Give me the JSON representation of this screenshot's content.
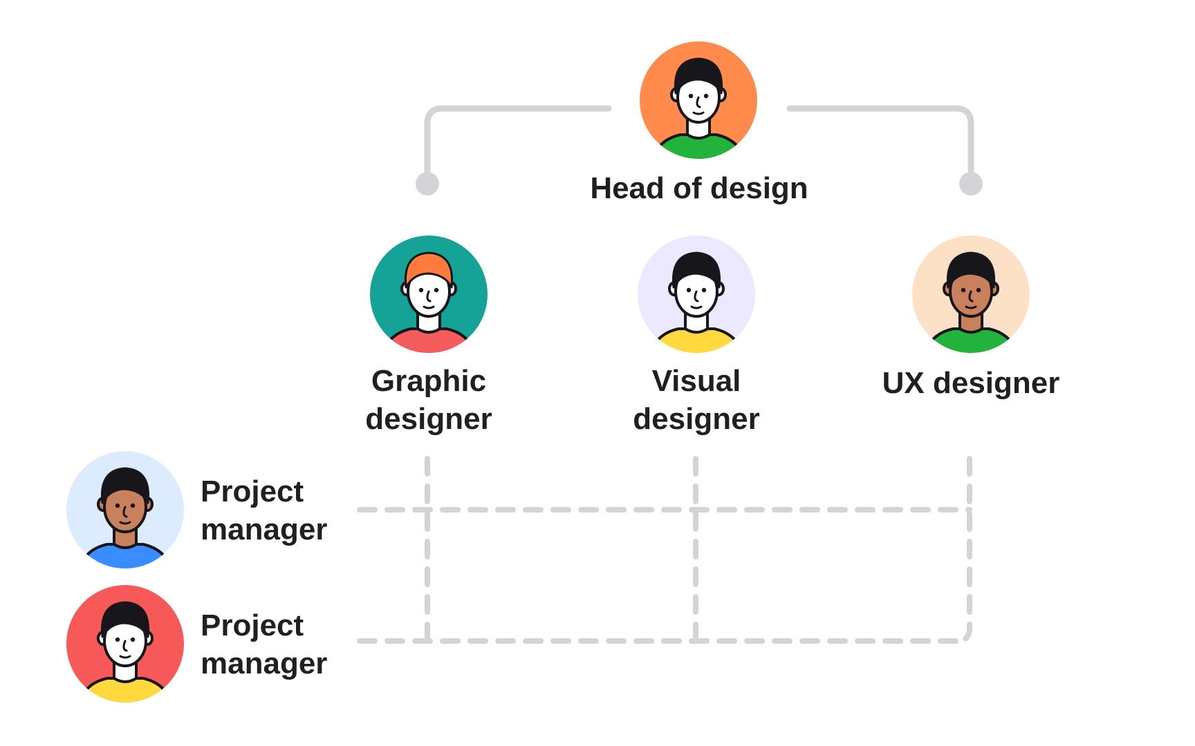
{
  "org": {
    "head": {
      "role": "Head of design",
      "avatar": "avatar-orange",
      "bg": "#FF8A4C",
      "shirt": "#22B33D",
      "skin": "#FFFFFF",
      "hair": "#17171B"
    },
    "team": [
      {
        "id": "graphic",
        "line1": "Graphic",
        "line2": "designer",
        "avatar": "avatar-teal",
        "bg": "#14A396",
        "shirt": "#F65C5C",
        "skin": "#FFFFFF",
        "hair": "#FF7A3D"
      },
      {
        "id": "visual",
        "line1": "Visual",
        "line2": "designer",
        "avatar": "avatar-lavender",
        "bg": "#ECE8FF",
        "shirt": "#FFD93D",
        "skin": "#FFFFFF",
        "hair": "#17171B"
      },
      {
        "id": "ux",
        "line1": "UX designer",
        "line2": "",
        "avatar": "avatar-peach",
        "bg": "#FDE1C6",
        "shirt": "#22B33D",
        "skin": "#C9805C",
        "hair": "#17171B"
      }
    ],
    "managers": [
      {
        "id": "pm1",
        "line1": "Project",
        "line2": "manager",
        "avatar": "avatar-lightblue",
        "bg": "#DDEBFF",
        "shirt": "#3A8DFF",
        "skin": "#C9805C",
        "hair": "#17171B"
      },
      {
        "id": "pm2",
        "line1": "Project",
        "line2": "manager",
        "avatar": "avatar-red",
        "bg": "#F75858",
        "shirt": "#FFD93D",
        "skin": "#FFFFFF",
        "hair": "#17171B"
      }
    ]
  },
  "colors": {
    "connector": "#D4D4D8",
    "text": "#1F2024",
    "outline": "#17171B"
  }
}
